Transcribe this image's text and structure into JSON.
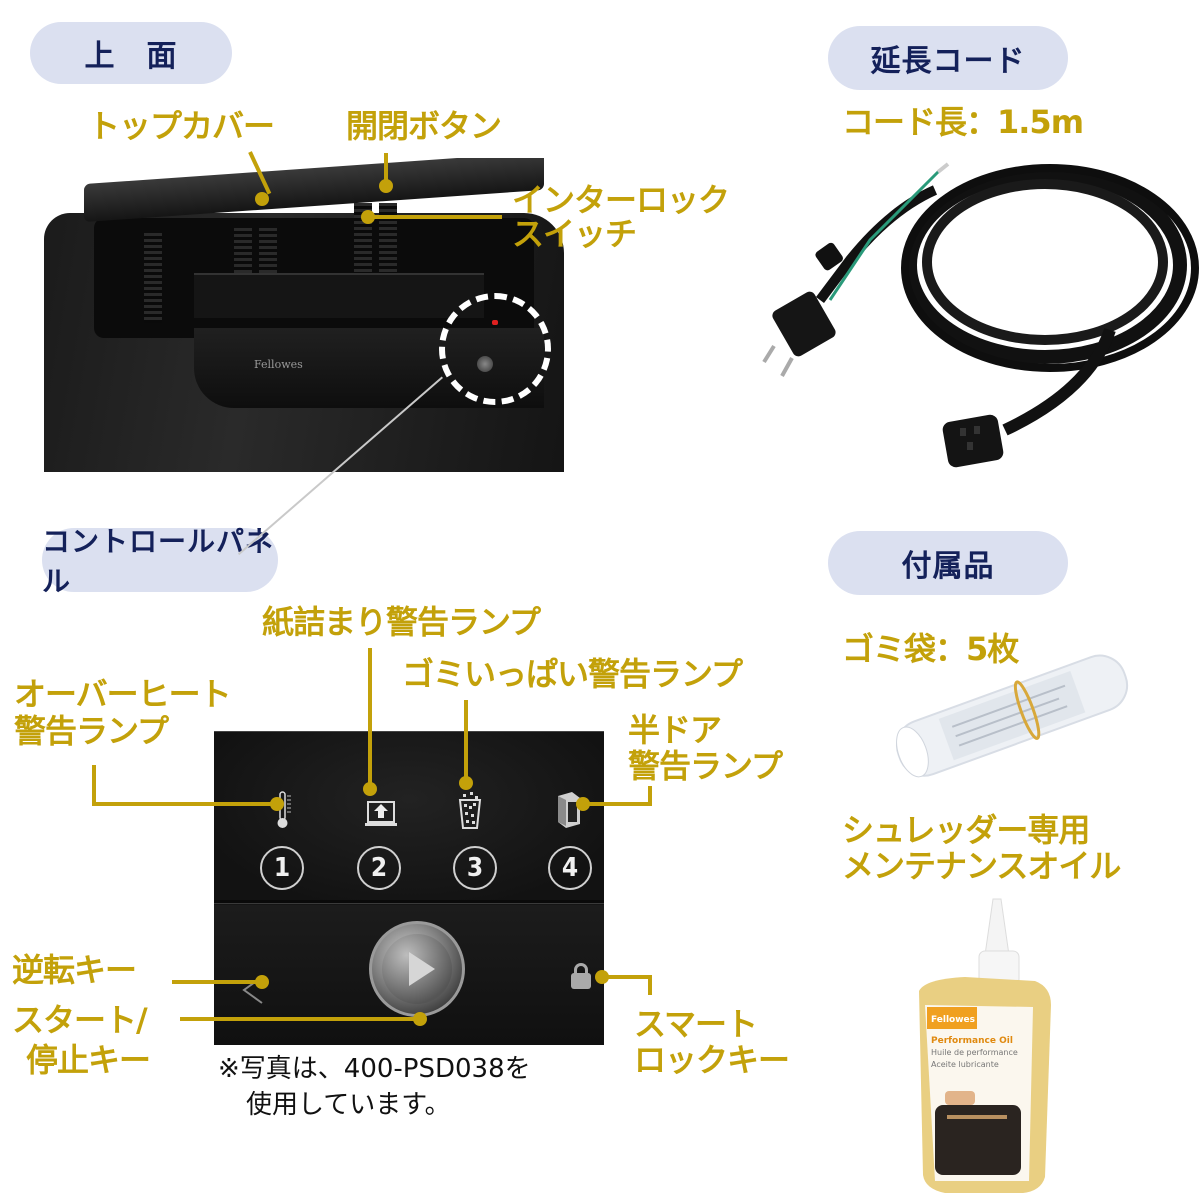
{
  "sections": {
    "top": {
      "title": "上　面"
    },
    "cord": {
      "title": "延長コード",
      "spec": "コード長：1.5m"
    },
    "control_panel": {
      "title": "コントロールパネル"
    },
    "accessories": {
      "title": "付属品"
    }
  },
  "top_labels": {
    "top_cover": "トップカバー",
    "open_close_button": "開閉ボタン",
    "interlock_switch_line1": "インターロック",
    "interlock_switch_line2": "スイッチ"
  },
  "shredder_photo": {
    "brand": "Fellowes"
  },
  "panel_labels": {
    "paper_jam": "紙詰まり警告ランプ",
    "bin_full": "ゴミいっぱい警告ランプ",
    "overheat_line1": "オーバーヒート",
    "overheat_line2": "警告ランプ",
    "door_ajar_line1": "半ドア",
    "door_ajar_line2": "警告ランプ",
    "reverse_key": "逆転キー",
    "start_stop_line1": "スタート/",
    "start_stop_line2": "停止キー",
    "smart_lock_line1": "スマート",
    "smart_lock_line2": "ロックキー"
  },
  "panel_numbers": [
    "1",
    "2",
    "3",
    "4"
  ],
  "panel_icons": [
    "thermometer-icon",
    "paper-jam-icon",
    "bin-full-icon",
    "door-icon"
  ],
  "note": {
    "line1": "※写真は、400-PSD038を",
    "line2": "使用しています。"
  },
  "accessories": {
    "trash_bags": "ゴミ袋：5枚",
    "oil_line1": "シュレッダー専用",
    "oil_line2": "メンテナンスオイル",
    "oil_bottle_brand": "Fellowes",
    "oil_bottle_text1": "Performance Oil",
    "oil_bottle_text2": "Huile de performance",
    "oil_bottle_text3": "Aceite lubricante"
  },
  "colors": {
    "label_gold": "#c3a10a",
    "pill_bg": "#dbe0f0",
    "pill_text": "#14215a"
  }
}
